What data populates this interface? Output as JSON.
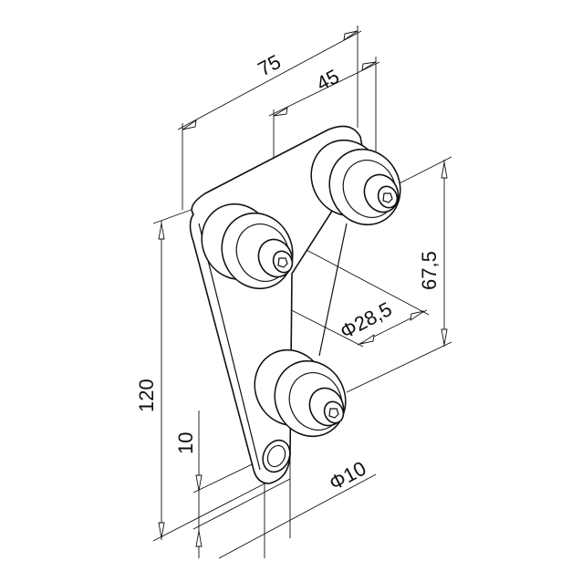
{
  "drawing": {
    "dimensions": {
      "width_overall": "75",
      "roller_spacing_horizontal": "45",
      "roller_spacing_vertical": "67,5",
      "roller_diameter": "Φ28,5",
      "height_overall": "120",
      "hole_offset": "10",
      "hole_diameter": "Φ10"
    }
  }
}
